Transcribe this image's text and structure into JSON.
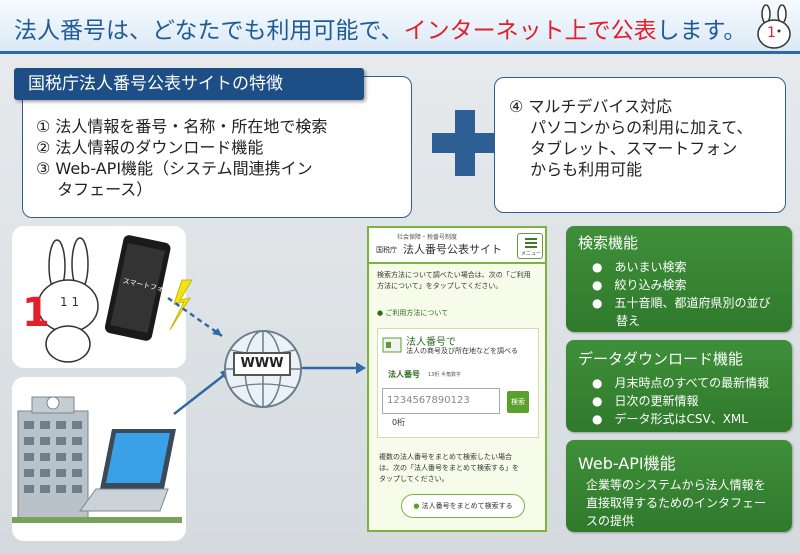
{
  "header": {
    "title_part1": "法人番号は、どなたでも利用可能で、",
    "title_part2": "インターネット上で公表",
    "title_part3": "します。",
    "mascot_number": "1"
  },
  "features": {
    "title": "国税庁法人番号公表サイトの特徴",
    "items": [
      "① 法人情報を番号・名称・所在地で検索",
      "② 法人情報のダウンロード機能",
      "③ Web-API機能（システム間連携イン",
      "　 タフェース）"
    ],
    "feature4": [
      "④ マルチデバイス対応",
      "　 パソコンからの利用に加えて、",
      "　 タブレット、スマートフォン",
      "　 からも利用可能"
    ]
  },
  "illustrations": {
    "phone_label": "スマートフォン",
    "mascot_number": "1",
    "www": "WWW"
  },
  "site": {
    "subtitle": "社会保障・税番号制度",
    "agency": "国税庁",
    "title": "法人番号公表サイト",
    "menu": "メニュー",
    "intro": [
      "検索方法について調べたい場合は、次の「ご利用",
      "方法について」をタップしてください。"
    ],
    "usage_link": "ご利用方法について",
    "card_title": "法人番号で",
    "card_sub": "法人の商号及び所在地などを調べる",
    "field_label": "法人番号",
    "field_hint": "13桁 半角数字",
    "input_placeholder": "1234567890123",
    "search_button": "検索",
    "digits": "0桁",
    "bulk_text": [
      "複数の法人番号をまとめて検索したい場合",
      "は、次の「法人番号をまとめて検索する」を",
      "タップしてください。"
    ],
    "bulk_button": "法人番号をまとめて検索する"
  },
  "functions": {
    "search": {
      "title": "検索機能",
      "items": [
        "あいまい検索",
        "絞り込み検索",
        "五十音順、都道府県別の並び",
        "替え"
      ]
    },
    "download": {
      "title": "データダウンロード機能",
      "items": [
        "月末時点のすべての最新情報",
        "日次の更新情報",
        "データ形式はCSV、XML"
      ]
    },
    "api": {
      "title": "Web-API機能",
      "lines": [
        "企業等のシステムから法人情報を",
        "直接取得するためのインタフェー",
        "スの提供"
      ]
    }
  },
  "colors": {
    "header_text": "#1f5c97",
    "highlight": "#e0202a",
    "navy": "#1d4e86",
    "plus": "#2e5f94",
    "green": "#3f8f3a"
  }
}
